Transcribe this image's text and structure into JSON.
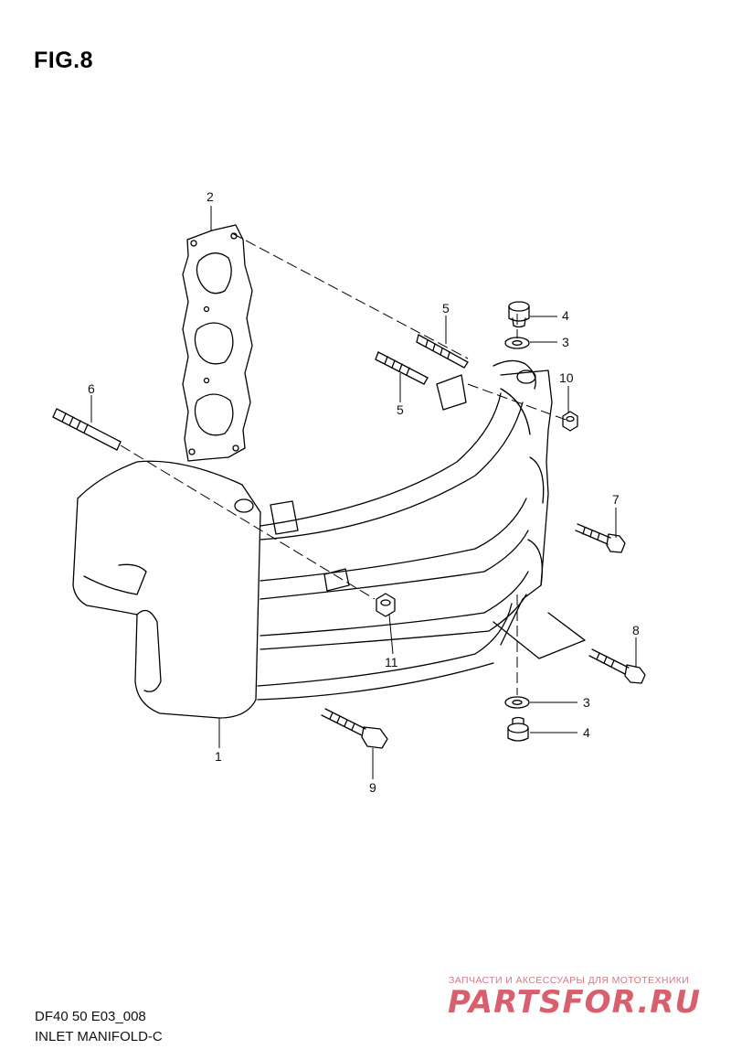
{
  "header": {
    "figure_label": "FIG.8"
  },
  "parts": [
    {
      "number": "1"
    },
    {
      "number": "2"
    },
    {
      "number": "3"
    },
    {
      "number": "4"
    },
    {
      "number": "5"
    },
    {
      "number": "6"
    },
    {
      "number": "7"
    },
    {
      "number": "8"
    },
    {
      "number": "9"
    },
    {
      "number": "10"
    },
    {
      "number": "11"
    }
  ],
  "footer": {
    "diagram_code": "DF40 50 E03_008",
    "diagram_title": "INLET MANIFOLD-C"
  },
  "watermark": {
    "tagline": "ЗАПЧАСТИ И АКСЕССУАРЫ ДЛЯ МОТОТЕХНИКИ",
    "brand": "PARTSFOR.RU",
    "brand_color": "#d8606e"
  }
}
